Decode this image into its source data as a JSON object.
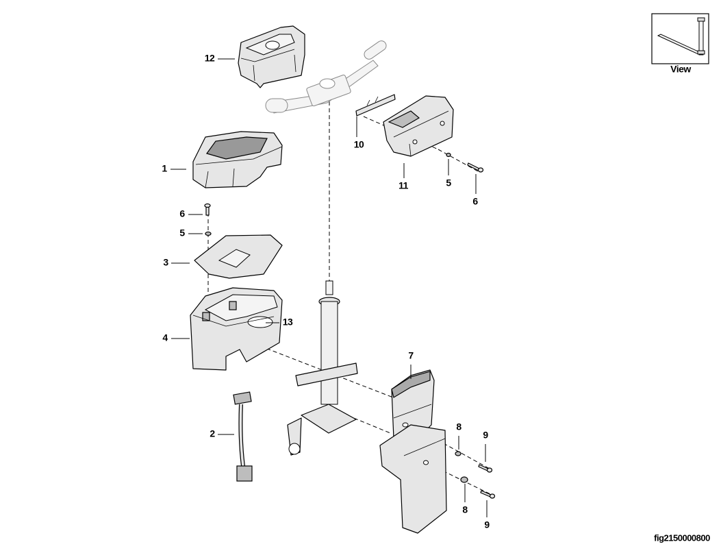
{
  "view_box": {
    "label": "View"
  },
  "figure_id": "fig2150000800",
  "callouts": {
    "c12": "12",
    "c1": "1",
    "c6a": "6",
    "c5a": "5",
    "c3": "3",
    "c4": "4",
    "c2": "2",
    "c13": "13",
    "c10": "10",
    "c11": "11",
    "c5b": "5",
    "c6b": "6",
    "c7": "7",
    "c8a": "8",
    "c9a": "9",
    "c8b": "8",
    "c9b": "9"
  }
}
